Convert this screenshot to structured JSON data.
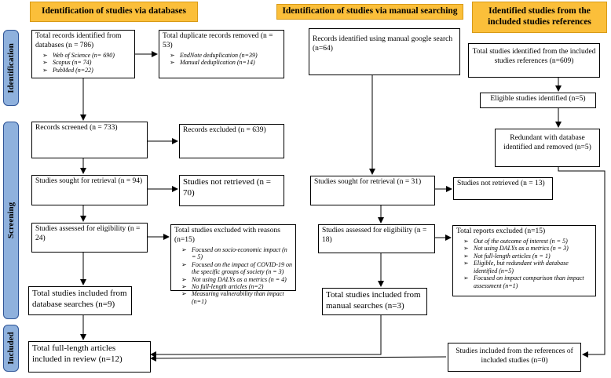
{
  "headers": {
    "databases": "Identification of studies via databases",
    "manual": "Identification of studies via manual searching",
    "references": "Identified studies from the included studies references"
  },
  "stages": {
    "identification": "Identification",
    "screening": "Screening",
    "included": "Included"
  },
  "database_column": {
    "records_identified": {
      "text": "Total records identified from databases (n = 786)",
      "items": [
        "Web of Science (n= 690)",
        "Scopus (n= 74)",
        "PubMed (n=22)"
      ]
    },
    "duplicates_removed": {
      "text": "Total duplicate records removed (n = 53)",
      "items": [
        "EndNote deduplication (n=39)",
        "Manual deduplication (n=14)"
      ]
    },
    "records_screened": "Records screened (n = 733)",
    "records_excluded": "Records excluded (n = 639)",
    "sought_for_retrieval": "Studies sought for retrieval (n = 94)",
    "not_retrieved": "Studies not retrieved (n = 70)",
    "assessed_for_eligibility": "Studies assessed for eligibility (n = 24)",
    "excluded_with_reasons": {
      "text": "Total studies excluded with reasons (n=15)",
      "items": [
        "Focused on socio-economic impact (n = 5)",
        "Focused on the impact of COVID-19 on the specific groups of society (n = 3)",
        "Not using DALYs as a metrics (n = 4)",
        "No full-length articles (n=2)",
        "Measuring vulnerability than impact (n=1)"
      ]
    },
    "included_from_databases": "Total studies included from database searches (n=9)",
    "total_in_review": "Total full-length articles included in review (n=12)"
  },
  "manual_column": {
    "records_identified": "Records identified using manual google search (n=64)",
    "sought_for_retrieval": "Studies sought for retrieval (n = 31)",
    "not_retrieved": "Studies not retrieved (n = 13)",
    "assessed_for_eligibility": "Studies assessed for eligibility (n = 18)",
    "reports_excluded": {
      "text": "Total reports excluded (n=15)",
      "items": [
        "Out of the outcome of interest (n = 5)",
        "Not using DALYs as a metrics (n = 3)",
        "Not full-length articles (n = 1)",
        "Eligible, but redundant with database identified (n=5)",
        "Focused on impact comparison than impact assessment (n=1)"
      ]
    },
    "included_from_manual": "Total studies included from manual searches (n=3)"
  },
  "references_column": {
    "identified": "Total studies identified from the included studies references (n=609)",
    "eligible": "Eligible studies identified (n=5)",
    "redundant_removed": "Redundant with database identified and removed (n=5)",
    "included": "Studies included from the references of included studies (n=0)"
  }
}
